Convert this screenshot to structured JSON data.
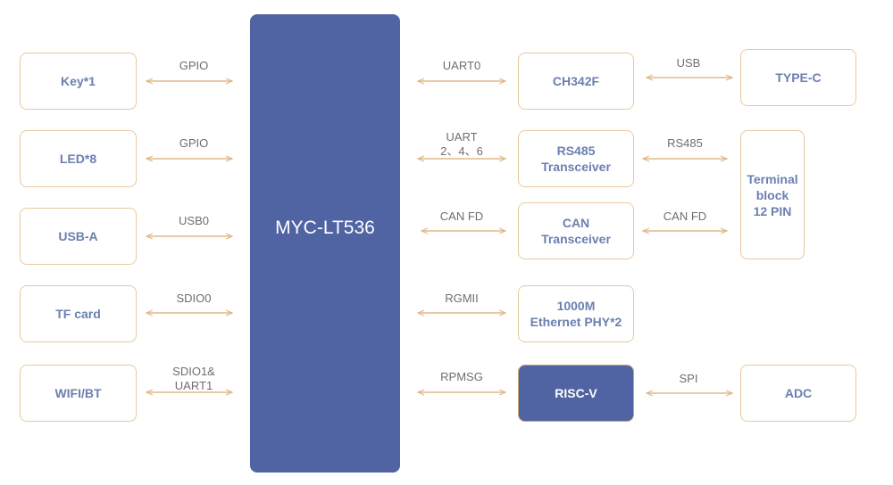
{
  "diagram": {
    "main_block": "MYC-LT536",
    "left": {
      "key": "Key*1",
      "led": "LED*8",
      "usb_a": "USB-A",
      "tf": "TF card",
      "wifi": "WIFI/BT"
    },
    "left_links": {
      "key": "GPIO",
      "led": "GPIO",
      "usb_a": "USB0",
      "tf": "SDIO0",
      "wifi": "SDIO1&\nUART1"
    },
    "right": {
      "ch342f": "CH342F",
      "rs485": "RS485\nTransceiver",
      "can": "CAN\nTransceiver",
      "phy": "1000M\nEthernet PHY*2",
      "riscv": "RISC-V",
      "typec": "TYPE-C",
      "terminal": "Terminal\nblock\n12 PIN",
      "adc": "ADC"
    },
    "right_links": {
      "uart0": "UART0",
      "uart": "UART\n2、4、6",
      "canfd": "CAN FD",
      "rgmii": "RGMII",
      "rpmsg": "RPMSG",
      "usb": "USB",
      "rs485": "RS485",
      "canfd2": "CAN FD",
      "spi": "SPI"
    }
  },
  "colors": {
    "main_fill": "#5063a3",
    "box_border": "#e8c9a0",
    "box_text": "#6b7fb0",
    "arrow": "#e0b88a",
    "link_text": "#6e6e6e"
  }
}
